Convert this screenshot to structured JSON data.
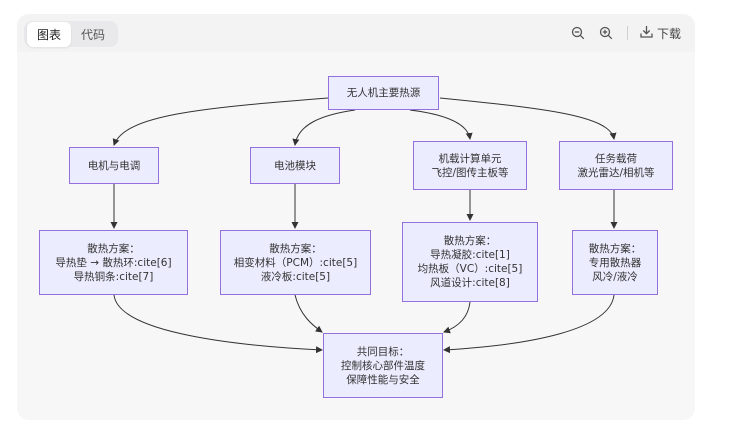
{
  "tabs": [
    {
      "label": "图表",
      "active": true
    },
    {
      "label": "代码",
      "active": false
    }
  ],
  "toolbar": {
    "zoom_out_icon": "zoom-out-icon",
    "zoom_in_icon": "zoom-in-icon",
    "download_icon": "download-icon",
    "download_label": "下载"
  },
  "colors": {
    "node_fill": "#ececff",
    "node_border": "#9370db",
    "edge": "#333333"
  },
  "diagram": {
    "root": {
      "lines": [
        "无人机主要热源"
      ]
    },
    "sources": [
      {
        "lines": [
          "电机与电调"
        ]
      },
      {
        "lines": [
          "电池模块"
        ]
      },
      {
        "lines": [
          "机载计算单元",
          "飞控/图传主板等"
        ]
      },
      {
        "lines": [
          "任务载荷",
          "激光雷达/相机等"
        ]
      }
    ],
    "solutions": [
      {
        "lines": [
          "散热方案：",
          "导热垫 → 散热环:cite[6]",
          "导热铜条:cite[7]"
        ]
      },
      {
        "lines": [
          "散热方案：",
          "相变材料（PCM）:cite[5]",
          "液冷板:cite[5]"
        ]
      },
      {
        "lines": [
          "散热方案：",
          "导热凝胶:cite[1]",
          "均热板（VC）:cite[5]",
          "风道设计:cite[8]"
        ]
      },
      {
        "lines": [
          "散热方案：",
          "专用散热器",
          "风冷/液冷"
        ]
      }
    ],
    "goal": {
      "lines": [
        "共同目标：",
        "控制核心部件温度",
        "保障性能与安全"
      ]
    }
  }
}
